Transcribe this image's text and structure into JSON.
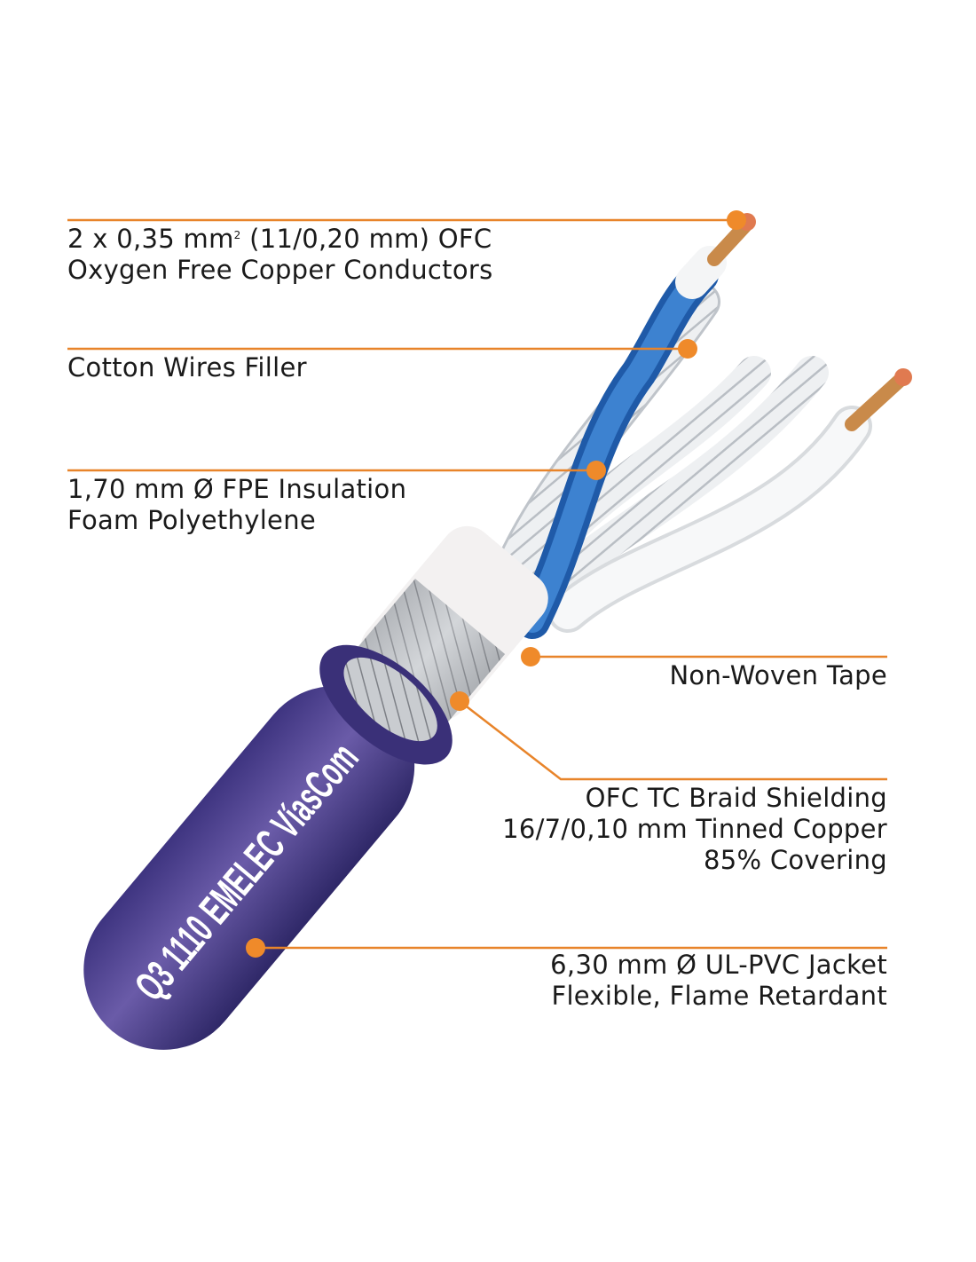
{
  "colors": {
    "leader": "#e8842a",
    "jacket": "#5a4c9a",
    "blue_wire": "#2f6fc0"
  },
  "cable_marking": "Q3 1110  EMELEC VíasCom",
  "callouts": [
    {
      "lines": [
        "2 x 0,35 mm",
        "2",
        " (11/0,20 mm) OFC",
        "Oxygen Free Copper Conductors"
      ]
    },
    {
      "lines": [
        "Cotton Wires Filler"
      ]
    },
    {
      "lines": [
        "1,70 mm Ø FPE Insulation",
        "Foam Polyethylene"
      ]
    },
    {
      "lines": [
        "Non-Woven Tape"
      ]
    },
    {
      "lines": [
        "OFC TC Braid Shielding",
        "16/7/0,10 mm Tinned Copper",
        "85% Covering"
      ]
    },
    {
      "lines": [
        "6,30 mm Ø UL-PVC Jacket",
        "Flexible, Flame Retardant"
      ]
    }
  ]
}
